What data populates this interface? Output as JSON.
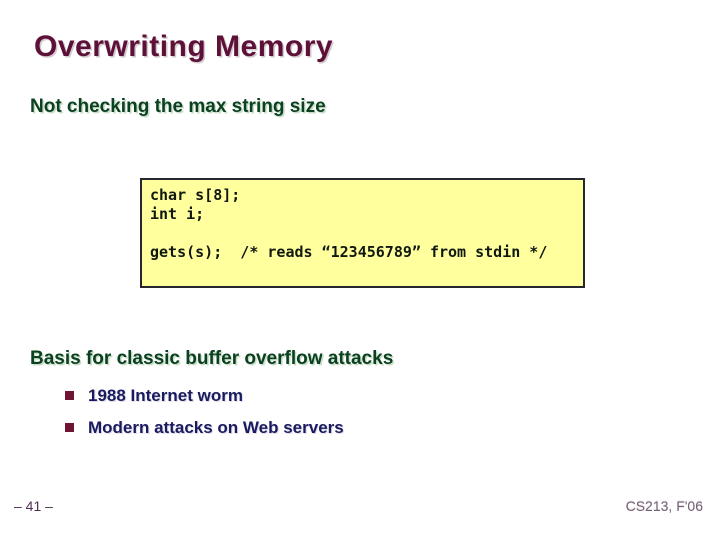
{
  "slide": {
    "title": "Overwriting Memory",
    "subtitle": "Not checking the max string size",
    "code_box": {
      "lines": [
        "char s[8];",
        "int i;",
        "",
        "gets(s);  /* reads “123456789” from stdin */"
      ]
    },
    "section_heading": "Basis for classic buffer overflow attacks",
    "bullets": [
      "1988 Internet worm",
      "Modern attacks on Web servers"
    ],
    "footer": {
      "page_number": "– 41 –",
      "course": "CS213, F'06"
    }
  },
  "colors": {
    "title": "#5e1138",
    "green": "#0b4121",
    "navy": "#1a1a5e",
    "marker": "#701435",
    "code_bg": "#ffff9e",
    "code_border": "#26262e",
    "code_text": "#101810",
    "page_num": "#4f2f50",
    "course": "#756075"
  }
}
